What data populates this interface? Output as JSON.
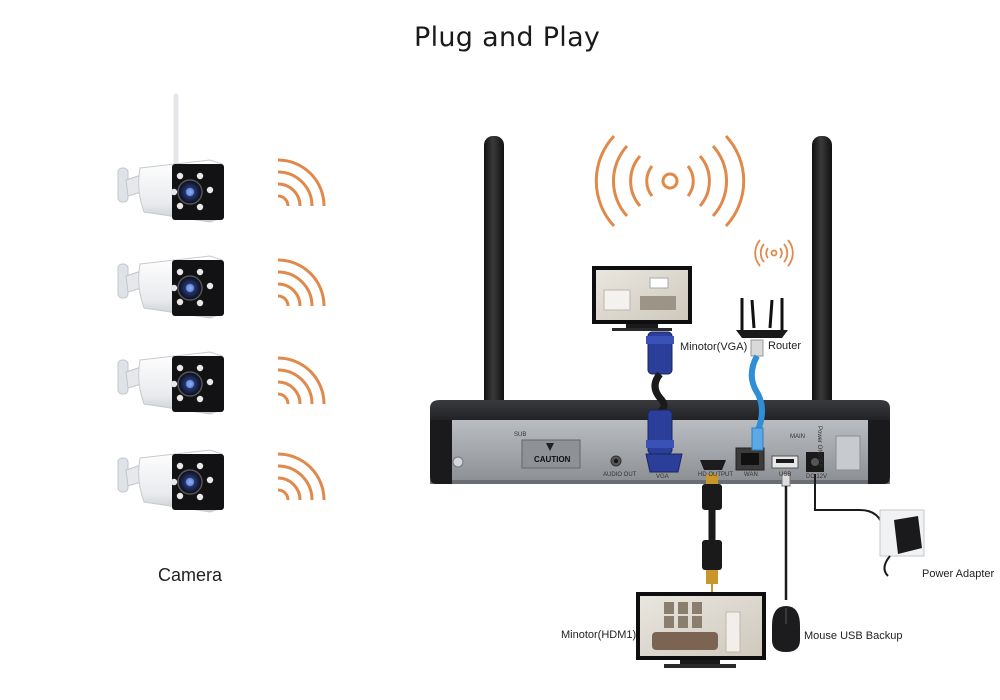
{
  "title": "Plug and Play",
  "labels": {
    "camera": "Camera",
    "monitor_vga": "Minotor(VGA)",
    "router": "Router",
    "monitor_hdmi": "Minotor(HDM1)",
    "mouse": "Mouse USB Backup",
    "power": "Power Adapter"
  },
  "nvr_ports": {
    "caution": "CAUTION",
    "audio_out": "AUDIO OUT",
    "vga": "VGA",
    "hd_output": "HD OUTPUT",
    "wan": "WAN",
    "usb": "USB",
    "dc": "DC 12V",
    "sub": "SUB",
    "main": "MAIN",
    "power_switch": "Power ON/OFF"
  },
  "cameras": [
    {
      "id": "camera-1"
    },
    {
      "id": "camera-2"
    },
    {
      "id": "camera-3"
    },
    {
      "id": "camera-4"
    }
  ],
  "colors": {
    "wifi_signal": "#e0894a",
    "nvr_body": "#9a9da2",
    "nvr_dark": "#1c1c1f",
    "vga_blue": "#2b3f9a",
    "lan_cable": "#2f8fd6",
    "hdmi_gold": "#c8962a"
  }
}
